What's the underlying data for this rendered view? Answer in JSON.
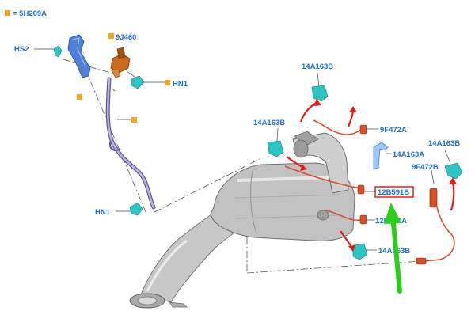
{
  "legend": {
    "text": "= 5H209A",
    "marker_color": "#f5a623"
  },
  "colors": {
    "label": "#1f6fd1",
    "marker": "#f5a623",
    "highlight_box": "#e02020",
    "sensor_wire": "#d9502a",
    "arrow_red": "#e21b1b",
    "arrow_green": "#2ecc1a",
    "clip_cyan": "#2ec4c4",
    "bracket_blue": "#4f7fd8",
    "egr_orange": "#c96a1d",
    "pipe_purple": "#8a86b8",
    "metal_grey": "#b8b8b8"
  },
  "labels": {
    "hs2": "HS2",
    "9j460": "9J460",
    "hn1_top": "HN1",
    "hn1_bottom": "HN1",
    "14a163b_top": "14A163B",
    "14a163b_left": "14A163B",
    "9f472a": "9F472A",
    "14a163a_top": "14A163A",
    "14a163b_right": "14A163B",
    "9f472b": "9F472B",
    "12b591b": "12B591B",
    "14a163a_mid": "12B591A",
    "14a163b_bottom": "14A163B"
  },
  "icons": {
    "legend_marker": "square-marker-icon",
    "arrow": "arrow-icon",
    "pointer": "green-pointer-arrow-icon",
    "clip": "connector-clip-icon"
  }
}
